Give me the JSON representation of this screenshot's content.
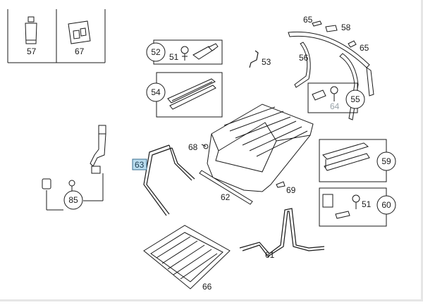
{
  "callouts": {
    "c57": "57",
    "c67": "67",
    "c65a": "65",
    "c58": "58",
    "c65b": "65",
    "c56": "56",
    "c52": "52",
    "c51a": "51",
    "c53": "53",
    "c54": "54",
    "c55": "55",
    "c64": "64",
    "c63": "63",
    "c68": "68",
    "c59": "59",
    "c85": "85",
    "c62": "62",
    "c69": "69",
    "c51b": "51",
    "c60": "60",
    "c61": "61",
    "c66": "66"
  },
  "highlight": {
    "label": "63",
    "fill": "#b9dcee",
    "border": "#3a6e8f"
  },
  "colors": {
    "line": "#1a1a1a",
    "box": "#2a2a2a",
    "fade": "#9aa4aa"
  }
}
